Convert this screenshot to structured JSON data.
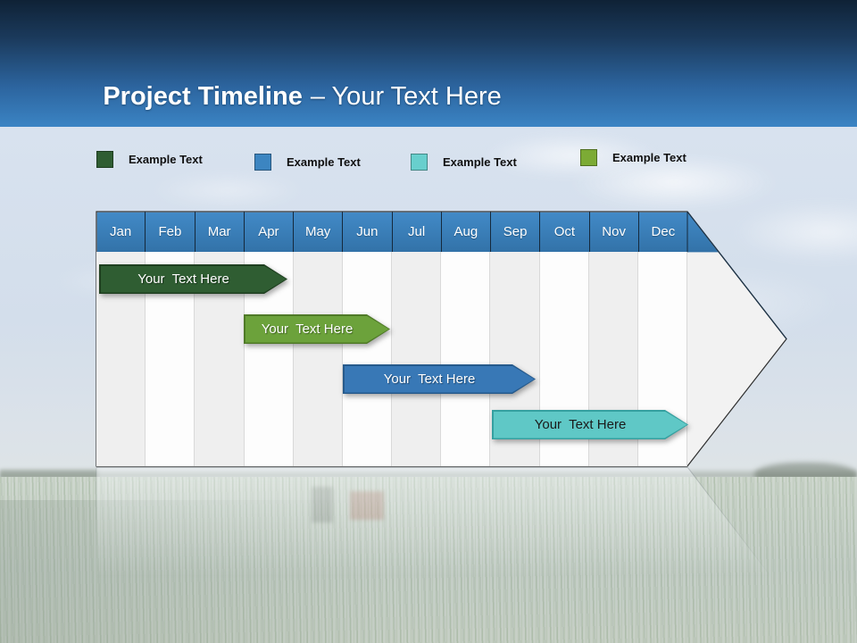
{
  "slide": {
    "title_bold": "Project Timeline",
    "title_rest": "– Your Text Here"
  },
  "legend": {
    "items": [
      {
        "label": "Example Text",
        "color": "#2f5d32"
      },
      {
        "label": "Example Text",
        "color": "#3c85c1"
      },
      {
        "label": "Example Text",
        "color": "#68cfcd"
      },
      {
        "label": "Example Text",
        "color": "#7cab35"
      }
    ]
  },
  "timeline": {
    "months": [
      "Jan",
      "Feb",
      "Mar",
      "Apr",
      "May",
      "Jun",
      "Jul",
      "Aug",
      "Sep",
      "Oct",
      "Nov",
      "Dec"
    ],
    "bars": [
      {
        "label": "Your  Text Here",
        "color": "#2f5d32",
        "text_color": "#ffffff",
        "approx_span": "Jan–Apr"
      },
      {
        "label": "Your  Text Here",
        "color": "#6ca23b",
        "text_color": "#ffffff",
        "approx_span": "Apr–Jun"
      },
      {
        "label": "Your  Text Here",
        "color": "#3878b6",
        "text_color": "#ffffff",
        "approx_span": "Jun–Sep"
      },
      {
        "label": "Your  Text Here",
        "color": "#5fc8c6",
        "text_color": "#1a1a1a",
        "approx_span": "Sep–Dec"
      }
    ],
    "header_color": "#3a7db9",
    "alt_column_color": "#efefef"
  },
  "colors": {
    "header_band_top": "#0f2236",
    "header_band_bottom": "#3b84c4",
    "title_text": "#ffffff"
  }
}
